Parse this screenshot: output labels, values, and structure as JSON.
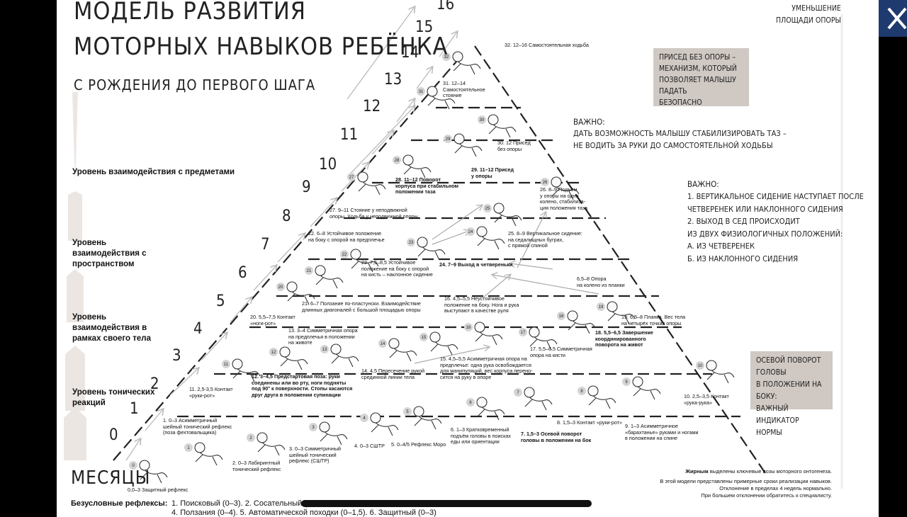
{
  "title": {
    "line1": "МОДЕЛЬ РАЗВИТИЯ",
    "line2": "МОТОРНЫХ НАВЫКОВ РЕБЁНКА",
    "subtitle": "С РОЖДЕНИЯ ДО ПЕРВОГО ШАГА"
  },
  "levels": [
    "Уровень взаимодействия с предметами",
    "Уровень взаимодействия с пространством",
    "Уровень взаимодействия в рамках своего тела",
    "Уровень тонических реакций"
  ],
  "months_label": "МЕСЯЦЫ",
  "month_numbers": [
    "0",
    "1",
    "2",
    "3",
    "4",
    "5",
    "6",
    "7",
    "8",
    "9",
    "10",
    "11",
    "12",
    "13",
    "14",
    "15",
    "16"
  ],
  "support_area": "УМЕНЬШЕНИЕ\nПЛОЩАДИ ОПОРЫ",
  "callouts": {
    "squat_box": "ПРИСЕД БЕЗ ОПОРЫ –\nМЕХАНИЗМ, КОТОРЫЙ\nПОЗВОЛЯЕТ МАЛЫШУ ПАДАТЬ\nБЕЗОПАСНО",
    "important1_title": "ВАЖНО:",
    "important1_text": "ДАТЬ ВОЗМОЖНОСТЬ МАЛЫШУ СТАБИЛИЗИРОВАТЬ ТАЗ –\nНЕ ВОДИТЬ ЗА РУКИ ДО САМОСТОЯТЕЛЬНОЙ ХОДЬБЫ",
    "important2_title": "ВАЖНО:",
    "important2_text": "1. ВЕРТИКАЛЬНОЕ СИДЕНИЕ НАСТУПАЕТ ПОСЛЕ\nЧЕТВЕРЕНЕК ИЛИ НАКЛОННОГО СИДЕНИЯ\n2. ВЫХОД В СЕД ПРОИСХОДИТ\nИЗ ДВУХ ФИЗИОЛОГИЧНЫХ ПОЛОЖЕНИЙ:\nА. ИЗ ЧЕТВЕРЕНЕК\nБ. ИЗ НАКЛОННОГО СИДЕНИЯ",
    "axial_box": "ОСЕВОЙ ПОВОРОТ ГОЛОВЫ\nВ ПОЛОЖЕНИИ НА БОКУ:\nВАЖНЫЙ ИНДИКАТОР\nНОРМЫ"
  },
  "stages": [
    {
      "n": "0",
      "text": "0,0–3 Защитный рефлекс"
    },
    {
      "n": "1",
      "text": "1. 0–3 Асимметричный\nшейный тонический рефлекс\n(поза фехтовальщика)"
    },
    {
      "n": "2",
      "text": "2. 0–3 Лабиринтный\nтонический рефлекс"
    },
    {
      "n": "3",
      "text": "3. 0–3 Симметричный\nшейный тонический\nрефлекс (СШТР)"
    },
    {
      "n": "4",
      "text": "4. 0–3 СШТР"
    },
    {
      "n": "5",
      "text": "5. 0–4/5 Рефлекс Моро"
    },
    {
      "n": "6",
      "text": "6. 1–3 Кратковременный\nподъём головы в поисках\nеды или ориентации"
    },
    {
      "n": "7",
      "text": "7. 1,5–3 Осевой поворот\nголовы в положении на бок"
    },
    {
      "n": "8",
      "text": "8. 1,5–3 Контакт «руки-рот»"
    },
    {
      "n": "9",
      "text": "9. 1–3 Асимметричное\n«барахтанье» руками и ногами\nв положении на спине"
    },
    {
      "n": "10",
      "text": "10. 2,5–3,5 Контакт\n«рука-рука»"
    },
    {
      "n": "11",
      "text": "11. 2,5-3,5 Контакт\n«руки-рот»"
    },
    {
      "n": "12",
      "text": "12. 3–4,5 Предстартовая поза: руки\nсоединены или во рту, ноги подняты\nпод 90° к поверхности. Стопы касаются\nдруг друга в положении супинации"
    },
    {
      "n": "13",
      "text": "13. 3–4 Симметричная опора\nна предплечья в положении\nна животе"
    },
    {
      "n": "14",
      "text": "14. 4,5 Пересечение рукой\nсрединной линии тела"
    },
    {
      "n": "15",
      "text": "15. 4,5–5,5 Асимметричная опора на\nпредплечье: одна рука освобождается\nдля манипуляций, вес корпуса перено-\nсится на руку в опоре"
    },
    {
      "n": "16",
      "text": "16. 4,5–5,5 Неустойчивое\nположение на боку. Нога и рука\nвыступают в качестве руля"
    },
    {
      "n": "17",
      "text": "17. 5,5–6,5 Симметричная\nопора на кисти"
    },
    {
      "n": "18",
      "text": "18. 5,5–6,5 Завершение\nкоординированного\nповорота на живот"
    },
    {
      "n": "19",
      "text": "19. 6,5–8 Планка. Вес тела\nна четырёх точках опоры"
    },
    {
      "n": "20",
      "text": "20. 5,5–7,5 Контакт\n«ноги-рот»"
    },
    {
      "n": "21",
      "text": "21. 6–7 Ползание по-пластунски. Взаимодействие\nдлинных диагоналей с большой площадью опоры"
    },
    {
      "n": "22",
      "text": "22. 6–8 Устойчивое положение\nна боку с опорой на предплечье"
    },
    {
      "n": "23",
      "text": "23. 7,5–8,5 Устойчивое\nположение на боку с опорой\nна кисть – наклонное сидение"
    },
    {
      "n": "24",
      "text": "24. 7–9 Выход в четвереньки"
    },
    {
      "n": "25",
      "text": "25. 8–9 Вертикальное сидение:\nна седалищных буграх,\nс прямой спиной"
    },
    {
      "n": "26",
      "text": "26. 8–9 Подъём\nу опоры на одно\nколено, стабилиза-\nция положения таза"
    },
    {
      "n": "27",
      "text": "27. 9–11 Стояние у неподвижной\nопоры. Ходьба у неподвижной опоры"
    },
    {
      "n": "28",
      "text": "28. 11–12 Поворот\nкорпуса при стабильном\nположении таза"
    },
    {
      "n": "29",
      "text": "29. 11–12 Присед\nу опоры"
    },
    {
      "n": "30",
      "text": "30. 12 Присед\nбез опоры"
    },
    {
      "n": "31",
      "text": "31. 12–14\nСамостоятельное\nстояние"
    },
    {
      "n": "32",
      "text": "32. 12–16 Самостоятельная ходьба"
    }
  ],
  "extra_caption": "6,5–8 Опора\nна колено из планки",
  "footnotes": {
    "bold_word": "Жирным",
    "line1_rest": " выделены ключевые позы моторного онтогенеза.",
    "line2": "В этой модели представлены примерные сроки реализации навыков.",
    "line3": "Отклонение в пределах 4 недель нормально.",
    "line4": "При большем отклонении обратитесь к специалисту."
  },
  "reflexes": {
    "label": "Безусловные рефлексы:",
    "line1": "1. Поисковый (0–3). 2. Сосательный (0–",
    "line2": "4. Ползания (0–4). 5. Автоматической походки (0–1,5). 6. Защитный (0–3)"
  },
  "close_icon": "close-icon"
}
